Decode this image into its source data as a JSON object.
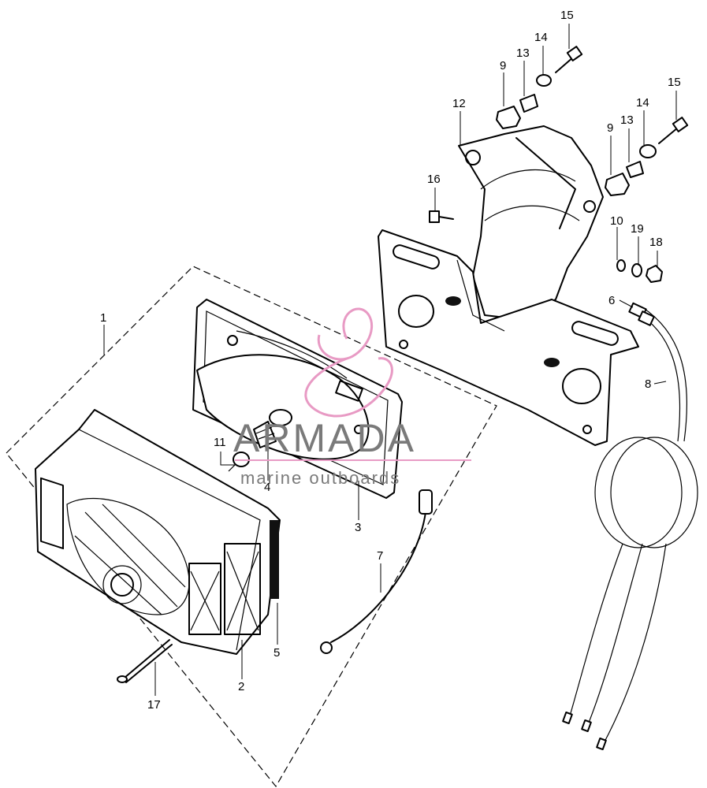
{
  "diagram": {
    "labels": [
      {
        "id": "l1",
        "text": "1"
      },
      {
        "id": "l2",
        "text": "2"
      },
      {
        "id": "l3",
        "text": "3"
      },
      {
        "id": "l4",
        "text": "4"
      },
      {
        "id": "l5",
        "text": "5"
      },
      {
        "id": "l6",
        "text": "6"
      },
      {
        "id": "l7",
        "text": "7"
      },
      {
        "id": "l8",
        "text": "8"
      },
      {
        "id": "l9a",
        "text": "9"
      },
      {
        "id": "l9b",
        "text": "9"
      },
      {
        "id": "l10",
        "text": "10"
      },
      {
        "id": "l11",
        "text": "11"
      },
      {
        "id": "l12",
        "text": "12"
      },
      {
        "id": "l13a",
        "text": "13"
      },
      {
        "id": "l13b",
        "text": "13"
      },
      {
        "id": "l14a",
        "text": "14"
      },
      {
        "id": "l14b",
        "text": "14"
      },
      {
        "id": "l15a",
        "text": "15"
      },
      {
        "id": "l15b",
        "text": "15"
      },
      {
        "id": "l16",
        "text": "16"
      },
      {
        "id": "l17",
        "text": "17"
      },
      {
        "id": "l18",
        "text": "18"
      },
      {
        "id": "l19",
        "text": "19"
      }
    ]
  },
  "watermark": {
    "title": "ARMADA",
    "subtitle": "marine outboards",
    "colors": {
      "text": "#7a7a7a",
      "accent": "#e89ac4"
    }
  }
}
